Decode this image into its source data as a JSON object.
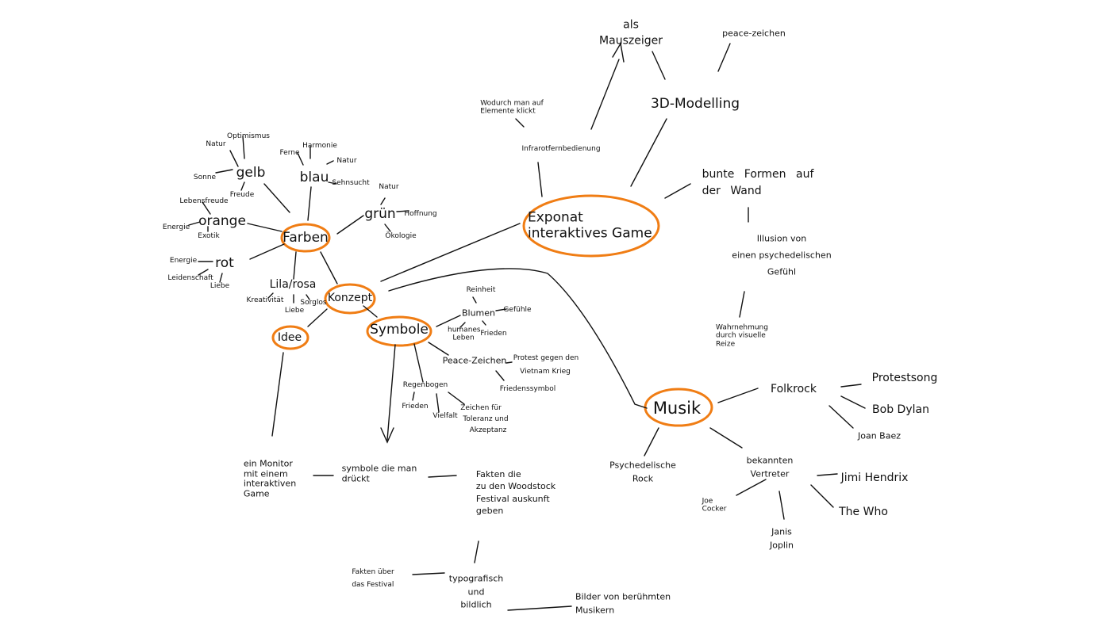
{
  "accent_color": "#f07d14",
  "main_nodes": {
    "farben": "Farben",
    "konzept": "Konzept",
    "idee": "Idee",
    "symbole": "Symbole",
    "exponat": "Exponat interaktives Game",
    "musik": "Musik"
  },
  "farben_branch": {
    "gelb": "gelb",
    "gelb_natur": "Natur",
    "gelb_optimismus": "Optimismus",
    "gelb_sonne": "Sonne",
    "gelb_freude": "Freude",
    "blau": "blau",
    "blau_ferne": "Ferne",
    "blau_harmonie": "Harmonie",
    "blau_natur": "Natur",
    "blau_sehnsucht": "Sehnsucht",
    "orange": "orange",
    "orange_lebensfreude": "Lebensfreude",
    "orange_energie": "Energie",
    "orange_exotik": "Exotik",
    "gruen": "grün",
    "gruen_natur": "Natur",
    "gruen_hoffnung": "Hoffnung",
    "gruen_oekologie": "Ökologie",
    "rot": "rot",
    "rot_energie": "Energie",
    "rot_leidenschaft": "Leidenschaft",
    "rot_liebe": "Liebe",
    "lila": "Lila/rosa",
    "lila_kreativitaet": "Kreativität",
    "lila_liebe": "Liebe",
    "lila_sorglos": "Sorglos"
  },
  "symbole_branch": {
    "blumen": "Blumen",
    "reinheit": "Reinheit",
    "gefuehle": "Gefühle",
    "humanes_leben": "humanes Leben",
    "blumen_frieden": "Frieden",
    "peace": "Peace-Zeichen",
    "protest_1": "Protest gegen den",
    "protest_2": "Vietnam Krieg",
    "friedenssymbol": "Friedenssymbol",
    "regenbogen": "Regenbogen",
    "regen_frieden": "Frieden",
    "vielfalt": "Vielfalt",
    "toleranz_1": "Zeichen für",
    "toleranz_2": "Toleranz und",
    "toleranz_3": "Akzeptanz"
  },
  "idee_branch": {
    "monitor": [
      "ein Monitor",
      "mit einem",
      "interaktiven",
      "Game"
    ],
    "symbole_druecken": [
      "symbole die man",
      "drückt"
    ],
    "fakten_woodstock": [
      "Fakten die",
      "zu den Woodstock",
      "Festival auskunft",
      "geben"
    ],
    "fakten_festival": [
      "Fakten über",
      "das Festival"
    ],
    "typografisch": [
      "typografisch",
      "und",
      "bildlich"
    ],
    "bilder": [
      "Bilder von berühmten",
      "Musikern"
    ]
  },
  "exponat_branch": {
    "mauszeiger": [
      "als",
      "Mauszeiger"
    ],
    "peace_zeichen": "peace-zeichen",
    "modelling": "3D-Modelling",
    "wodurch": [
      "Wodurch man auf",
      "Elemente klickt"
    ],
    "infrarot": "Infrarotfernbedienung",
    "bunte_formen": [
      "bunte Formen auf",
      "der Wand"
    ],
    "illusion": [
      "Illusion von",
      "einen psychedelischen",
      "Gefühl"
    ],
    "wahrnehmung": [
      "Wahrnehmung",
      "durch visuelle",
      "Reize"
    ]
  },
  "musik_branch": {
    "folkrock": "Folkrock",
    "protestsong": "Protestsong",
    "bob_dylan": "Bob Dylan",
    "joan_baez": "Joan Baez",
    "vertreter": [
      "bekannten",
      "Vertreter"
    ],
    "jimi": "Jimi Hendrix",
    "the_who": "The Who",
    "joe": [
      "Joe",
      "Cocker"
    ],
    "janis": [
      "Janis",
      "Joplin"
    ],
    "psychedelische": [
      "Psychedelische",
      "Rock"
    ]
  }
}
